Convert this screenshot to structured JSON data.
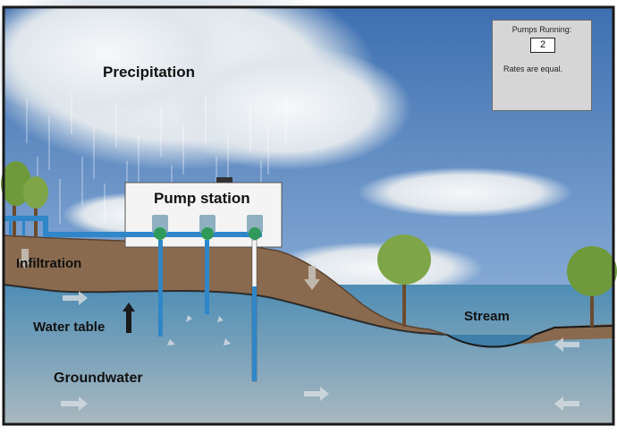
{
  "labels": {
    "precipitation": "Precipitation",
    "pump_station": "Pump station",
    "infiltration": "Infiltration",
    "water_table": "Water table",
    "groundwater": "Groundwater",
    "stream": "Stream"
  },
  "panel": {
    "title": "Pumps Running:",
    "pumps_running": "2",
    "status": "Rates are equal."
  },
  "colors": {
    "sky_top": "#3d6fb0",
    "sky_bottom": "#a9c6e6",
    "soil": "#8a6a4e",
    "groundwater": "#3f7fa8",
    "pipe": "#2f86c8",
    "tree": "#6e9a3c",
    "panel_bg": "#d6d6d6"
  },
  "icons": [
    "rain-streaks",
    "pump-icon",
    "arrow-up-icon",
    "flow-arrow-icon",
    "tree-icon"
  ]
}
